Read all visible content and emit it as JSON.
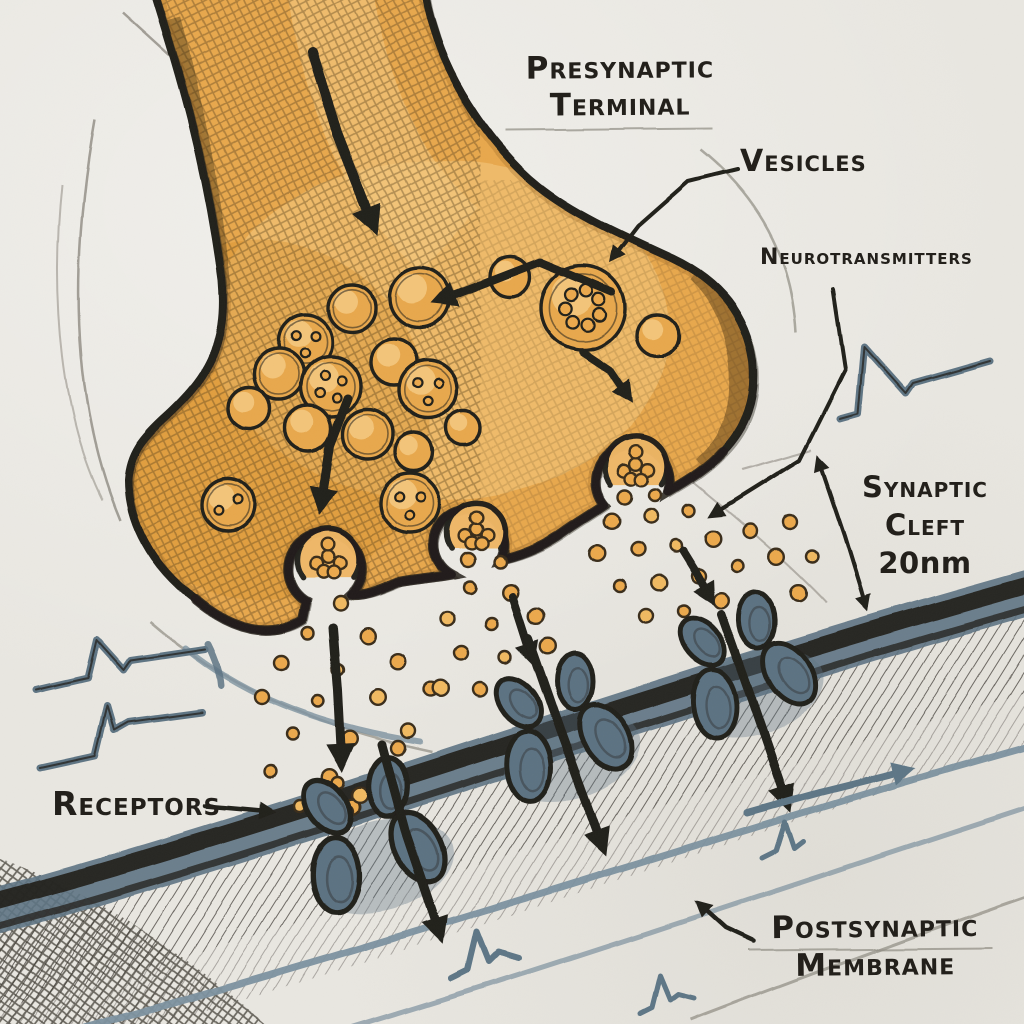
{
  "figure": {
    "labels": {
      "presynaptic_terminal": {
        "line1": "Presynaptic",
        "line2": "Terminal"
      },
      "vesicles": "Vesicles",
      "neurotransmitters": "Neurotransmitters",
      "synaptic_cleft": {
        "line1": "Synaptic",
        "line2": "Cleft",
        "line3": "20nm"
      },
      "receptors": "Receptors",
      "postsynaptic_membrane": {
        "line1": "Postsynaptic",
        "line2": "Membrane"
      }
    },
    "colors": {
      "paper": "#E9E7E1",
      "terminal_orange": "#E8A84E",
      "orange_light": "#F4CA82",
      "orange_deep": "#D8922F",
      "ink": "#23201B",
      "slate": "#5D7383",
      "membrane_slate": "#5E7484",
      "slate_light": "#7D92A0",
      "neurotransmitter_orange": "#EBA94E",
      "pencil": "#8F8B82"
    }
  }
}
